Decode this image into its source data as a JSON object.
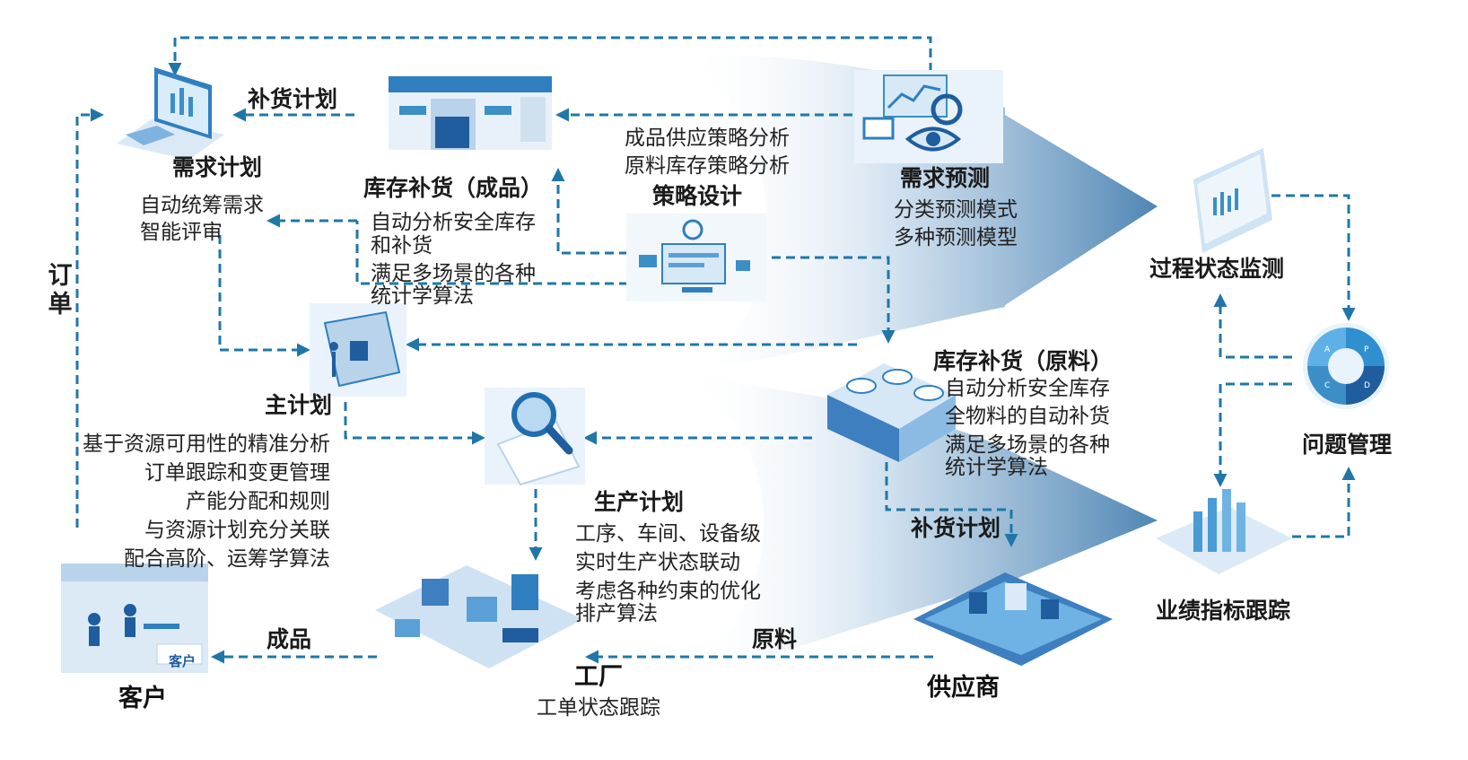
{
  "nodes": {
    "demand_plan": {
      "title": "需求计划",
      "desc": [
        "自动统筹需求",
        "智能评审"
      ]
    },
    "fg_replenish": {
      "title": "库存补货（成品）",
      "desc": [
        "自动分析安全库存",
        "和补货",
        "满足多场景的各种",
        "统计学算法"
      ]
    },
    "strategy": {
      "title": "策略设计",
      "desc": [
        "成品供应策略分析",
        "原料库存策略分析"
      ]
    },
    "forecast": {
      "title": "需求预测",
      "desc": [
        "分类预测模式",
        "多种预测模型"
      ]
    },
    "process_monitor": {
      "title": "过程状态监测"
    },
    "master_plan": {
      "title": "主计划",
      "desc": [
        "基于资源可用性的精准分析",
        "订单跟踪和变更管理",
        "产能分配和规则",
        "与资源计划充分关联",
        "配合高阶、运筹学算法"
      ]
    },
    "raw_replenish": {
      "title": "库存补货（原料）",
      "desc": [
        "自动分析安全库存",
        "全物料的自动补货",
        "满足多场景的各种",
        "统计学算法"
      ]
    },
    "issue_mgmt": {
      "title": "问题管理"
    },
    "production_plan": {
      "title": "生产计划",
      "desc": [
        "工序、车间、设备级",
        "实时生产状态联动",
        "考虑各种约束的优化",
        "排产算法"
      ]
    },
    "kpi_tracking": {
      "title": "业绩指标跟踪"
    },
    "customer": {
      "title": "客户",
      "tag": "客户"
    },
    "factory": {
      "title": "工厂",
      "desc": [
        "工单状态跟踪"
      ]
    },
    "supplier": {
      "title": "供应商"
    }
  },
  "edge_labels": {
    "replenish_plan_top": "补货计划",
    "replenish_plan_bottom": "补货计划",
    "finished_goods": "成品",
    "raw_material": "原料",
    "order": [
      "订",
      "单"
    ]
  },
  "pdca": [
    "A",
    "P",
    "C",
    "D"
  ],
  "colors": {
    "arrow": "#2077a7",
    "accent": "#3b8fc6",
    "big_arrow": "#5a8fbb"
  }
}
